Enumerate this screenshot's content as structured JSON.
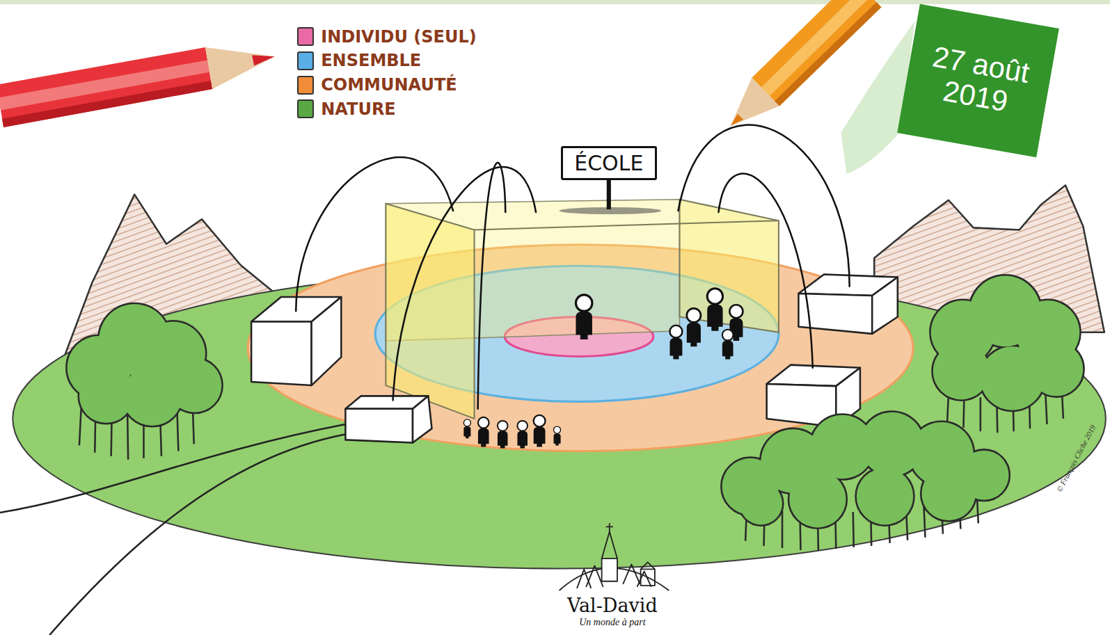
{
  "diagram": {
    "nodes": [
      {
        "text": [
          "ÉCOLE"
        ]
      },
      {
        "text": [
          "27 août 2019"
        ]
      }
    ],
    "labels": [
      "Val-David",
      "Un monde à part",
      "© François Cliche 2019"
    ],
    "legend": [
      {
        "text": "INDIVIDU (SEUL)",
        "color": "#ea6aa6"
      },
      {
        "text": "ENSEMBLE",
        "color": "#5aaee6"
      },
      {
        "text": "COMMUNAUTÉ",
        "color": "#f08c3a"
      },
      {
        "text": "NATURE",
        "color": "#5aa845"
      }
    ]
  }
}
